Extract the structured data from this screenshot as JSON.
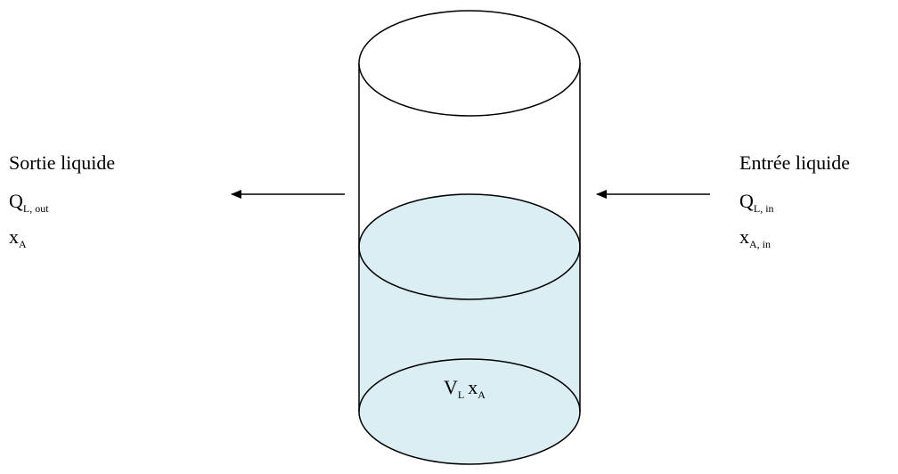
{
  "colors": {
    "liquid": "#daeef3",
    "stroke": "#000000",
    "background": "#ffffff"
  },
  "outlet": {
    "title": "Sortie liquide",
    "flow_symbol": "Q",
    "flow_subscript": "L, out",
    "conc_symbol": "x",
    "conc_subscript": "A"
  },
  "inlet": {
    "title": "Entrée liquide",
    "flow_symbol": "Q",
    "flow_subscript": "L, in",
    "conc_symbol": "x",
    "conc_subscript": "A, in"
  },
  "tank": {
    "volume_symbol": "V",
    "volume_subscript": "L",
    "conc_symbol": "x",
    "conc_subscript": "A"
  }
}
